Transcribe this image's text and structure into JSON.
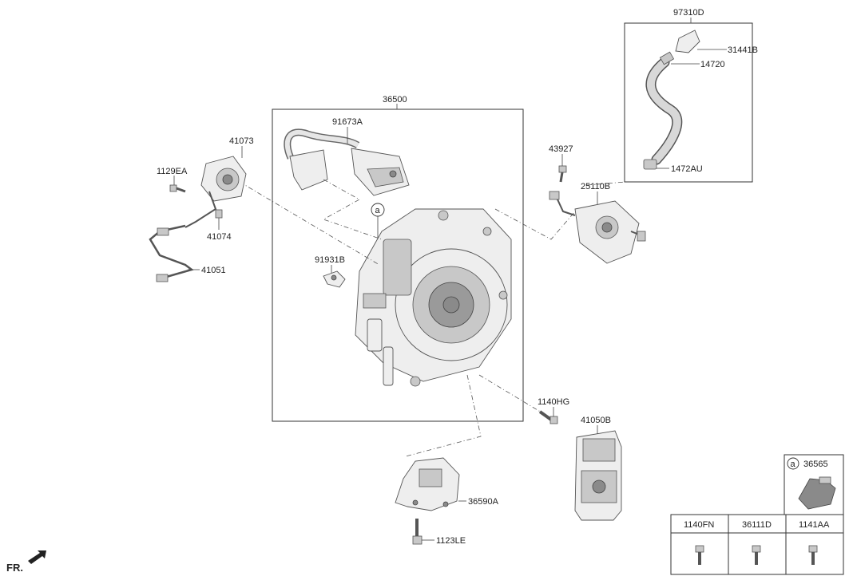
{
  "parts": {
    "p97310D": "97310D",
    "p31441B": "31441B",
    "p14720": "14720",
    "p1472AU": "1472AU",
    "p36500": "36500",
    "p91673A": "91673A",
    "p41073": "41073",
    "p1129EA": "1129EA",
    "p41074": "41074",
    "p41051": "41051",
    "p91931B": "91931B",
    "p43927": "43927",
    "p25110B": "25110B",
    "p1140HG": "1140HG",
    "p41050B": "41050B",
    "p36590A": "36590A",
    "p1123LE": "1123LE",
    "p36565": "36565"
  },
  "callout_a": "a",
  "legend": {
    "col1": "1140FN",
    "col2": "36111D",
    "col3": "1141AA"
  },
  "front_label": "FR."
}
